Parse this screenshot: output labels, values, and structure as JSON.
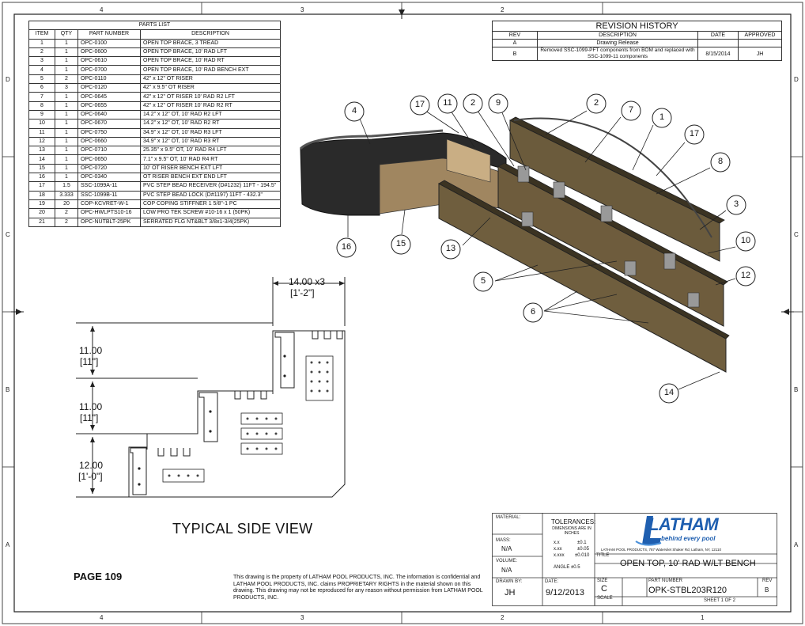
{
  "zones": {
    "top": [
      "4",
      "3",
      "2"
    ],
    "bottom": [
      "4",
      "3",
      "2",
      "1"
    ],
    "left": [
      "D",
      "C",
      "B",
      "A"
    ],
    "right": [
      "D",
      "C",
      "B",
      "A"
    ]
  },
  "parts_list": {
    "title": "PARTS LIST",
    "headers": [
      "ITEM",
      "QTY",
      "PART NUMBER",
      "DESCRIPTION"
    ],
    "rows": [
      [
        "1",
        "1",
        "OPC-0100",
        "OPEN TOP BRACE, 3 TREAD"
      ],
      [
        "2",
        "1",
        "OPC-0600",
        "OPEN TOP BRACE, 10' RAD LFT"
      ],
      [
        "3",
        "1",
        "OPC-0610",
        "OPEN TOP BRACE, 10' RAD RT"
      ],
      [
        "4",
        "1",
        "OPC-0700",
        "OPEN TOP BRACE, 10' RAD BENCH EXT"
      ],
      [
        "5",
        "2",
        "OPC-0110",
        "42\" x 12\" OT RISER"
      ],
      [
        "6",
        "3",
        "OPC-0120",
        "42\" x 9.5\" OT RISER"
      ],
      [
        "7",
        "1",
        "OPC-0645",
        "42\" x 12\" OT RISER 10' RAD R2 LFT"
      ],
      [
        "8",
        "1",
        "OPC-0655",
        "42\" x 12\" OT RISER 10' RAD R2 RT"
      ],
      [
        "9",
        "1",
        "OPC-0640",
        "14.2\" x 12\" OT, 10' RAD R2 LFT"
      ],
      [
        "10",
        "1",
        "OPC-0670",
        "14.2\" x 12\" OT, 10' RAD R2 RT"
      ],
      [
        "11",
        "1",
        "OPC-0750",
        "34.9\" x 12\" OT, 10' RAD R3 LFT"
      ],
      [
        "12",
        "1",
        "OPC-0660",
        "34.9\" x 12\" OT, 10' RAD R3 RT"
      ],
      [
        "13",
        "1",
        "OPC-0710",
        "25.35\" x 9.5\" OT, 10' RAD R4 LFT"
      ],
      [
        "14",
        "1",
        "OPC-0650",
        "7.1\" x 9.5\" OT, 10' RAD R4 RT"
      ],
      [
        "15",
        "1",
        "OPC-0720",
        "10' OT RISER BENCH EXT LFT"
      ],
      [
        "16",
        "1",
        "OPC-0340",
        "OT RISER BENCH EXT END LFT"
      ],
      [
        "17",
        "1.5",
        "SSC-1099A-11",
        "PVC STEP BEAD RECEIVER (D#1232) 11FT - 194.5\""
      ],
      [
        "18",
        "3.333",
        "SSC-1099B-11",
        "PVC STEP BEAD LOCK (D#1197) 11FT - 432.3\""
      ],
      [
        "19",
        "20",
        "COP-KCVRET-W-1",
        "COP COPING STIFFNER 1 5/8\"-1 PC"
      ],
      [
        "20",
        "2",
        "OPC-HWLPTS10-16",
        "LOW PRO TEK SCREW #10-16 x 1 (50PK)"
      ],
      [
        "21",
        "2",
        "OPC-NUTBLT-25PK",
        "SERRATED FLG NT&BLT 3/8x1-3/4(25PK)"
      ]
    ]
  },
  "revision_history": {
    "title": "REVISION HISTORY",
    "headers": [
      "REV",
      "DESCRIPTION",
      "DATE",
      "APPROVED"
    ],
    "rows": [
      {
        "rev": "A",
        "desc": "Drawing Release",
        "date": "",
        "approved": ""
      },
      {
        "rev": "B",
        "desc": "Removed SSC-1099-PFT components from BOM and replaced with SSC-1099-11 components",
        "date": "8/15/2014",
        "approved": "JH"
      }
    ]
  },
  "balloons": [
    "4",
    "17",
    "11",
    "2",
    "9",
    "2",
    "7",
    "1",
    "17",
    "8",
    "3",
    "10",
    "12",
    "5",
    "6",
    "14",
    "13",
    "15",
    "16"
  ],
  "side_view": {
    "title": "TYPICAL SIDE VIEW",
    "dims": [
      {
        "main": "14.00 x3",
        "sub": "[1'-2\"]"
      },
      {
        "main": "11.00",
        "sub": "[11\"]"
      },
      {
        "main": "11.00",
        "sub": "[11\"]"
      },
      {
        "main": "12.00",
        "sub": "[1'-0\"]"
      }
    ]
  },
  "page_label": "PAGE 109",
  "notice": "This drawing is the property of LATHAM POOL PRODUCTS, INC. The information is confidential and LATHAM POOL PRODUCTS, INC. claims PROPRIETARY RIGHTS in the material shown on this drawing. This drawing may not be reproduced for any reason without permission from LATHAM POOL PRODUCTS, INC.",
  "title_block": {
    "material_label": "MATERIAL:",
    "material": "",
    "mass_label": "MASS:",
    "mass": "N/A",
    "volume_label": "VOLUME:",
    "volume": "N/A",
    "tolerances_label": "TOLERANCES:",
    "tolerances_note": "DIMENSIONS ARE IN INCHES",
    "tol_rows": [
      {
        "fmt": "x.x",
        "val": "±0.1"
      },
      {
        "fmt": "x.xx",
        "val": "±0.05"
      },
      {
        "fmt": "x.xxx",
        "val": "±0.010"
      }
    ],
    "angle": "ANGLE ±0.5",
    "brand": "LATHAM",
    "tagline": "behind every pool",
    "address": "LATHAM POOL PRODUCTS, 787 Watervliet Shaker Rd, Latham, NY, 12110",
    "title_label": "TITLE",
    "title": "OPEN TOP, 10' RAD W/LT BENCH",
    "drawn_by_label": "DRAWN BY:",
    "drawn_by": "JH",
    "date_label": "DATE:",
    "date": "9/12/2013",
    "size_label": "SIZE",
    "size": "C",
    "part_label": "PART NUMBER",
    "part_number": "OPK-STBL203R120",
    "rev_label": "REV",
    "rev": "B",
    "scale_label": "SCALE",
    "sheet": "SHEET 1 OF 2"
  }
}
